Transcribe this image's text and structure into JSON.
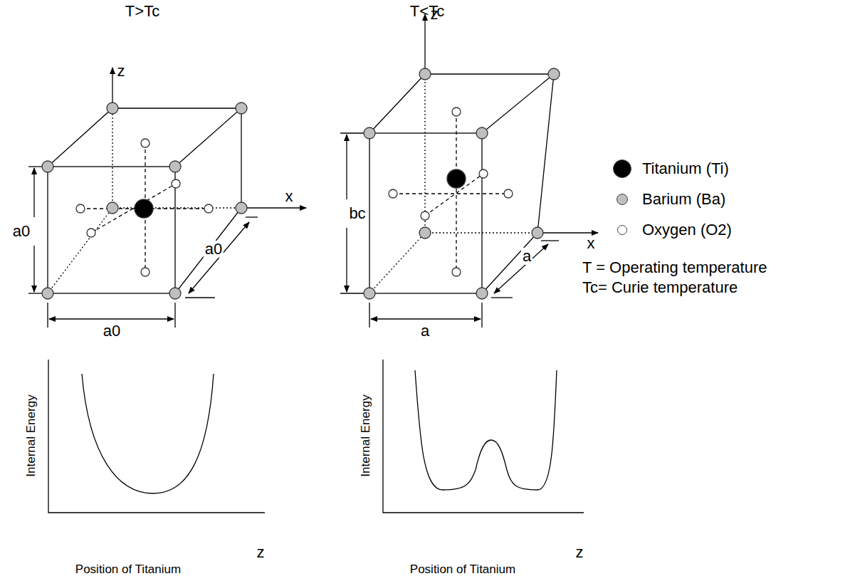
{
  "diagram": {
    "labels": [
      "T>Tc",
      "T<Tc",
      "z",
      "x",
      "a0",
      "a0",
      "a0",
      "z",
      "x",
      "bc",
      "a",
      "a",
      "T = Operating temperature",
      "Tc= Curie temperature",
      "Internal Energy",
      "z",
      "Position of Titanium",
      "Internal Energy",
      "z",
      "Position of Titanium"
    ],
    "legend": [
      {
        "text": "Titanium (Ti)",
        "color": "#000000"
      },
      {
        "text": "Barium (Ba)",
        "color": "#bfbfbf"
      },
      {
        "text": "Oxygen (O2)",
        "color": "#ffffff"
      }
    ]
  }
}
